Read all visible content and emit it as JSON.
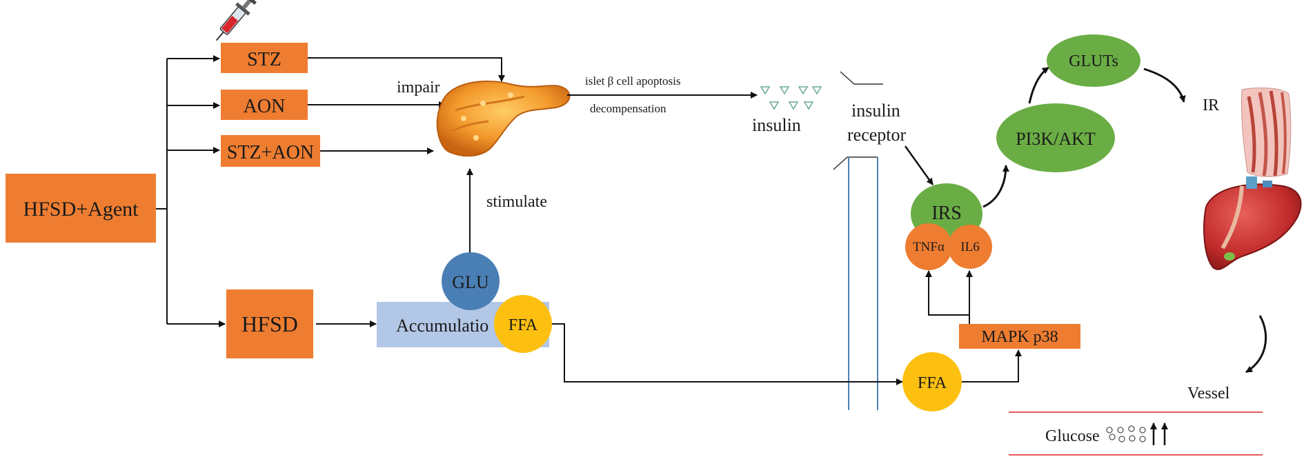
{
  "nodes": {
    "hfsd_agent": "HFSD+Agent",
    "stz": "STZ",
    "aon": "AON",
    "stz_aon": "STZ+AON",
    "hfsd": "HFSD",
    "accumulation": "Accumulatio",
    "glu": "GLU",
    "ffa_left": "FFA",
    "ffa_mid": "FFA",
    "irs": "IRS",
    "tnfa": "TNFα",
    "il6": "IL6",
    "mapk": "MAPK p38",
    "pi3k": "PI3K/AKT",
    "gluts": "GLUTs"
  },
  "labels": {
    "impair": "impair",
    "stimulate": "stimulate",
    "apoptosis": "islet  β cell  apoptosis",
    "decompensation": "decompensation",
    "insulin": "insulin",
    "insulin_receptor_1": "insulin",
    "insulin_receptor_2": "receptor",
    "ir": "IR",
    "vessel": "Vessel",
    "glucose": "Glucose"
  },
  "icons": [
    "syringe-icon",
    "pancreas-icon",
    "muscle-icon",
    "liver-icon"
  ],
  "colors": {
    "orange": "#ee7d31",
    "green": "#6aad45",
    "blue": "#4a7fb5",
    "yellow": "#fdc010",
    "light_blue": "#b3c7e6",
    "vessel_red": "#e85a5a",
    "receptor_blue": "#4a7fb5"
  }
}
